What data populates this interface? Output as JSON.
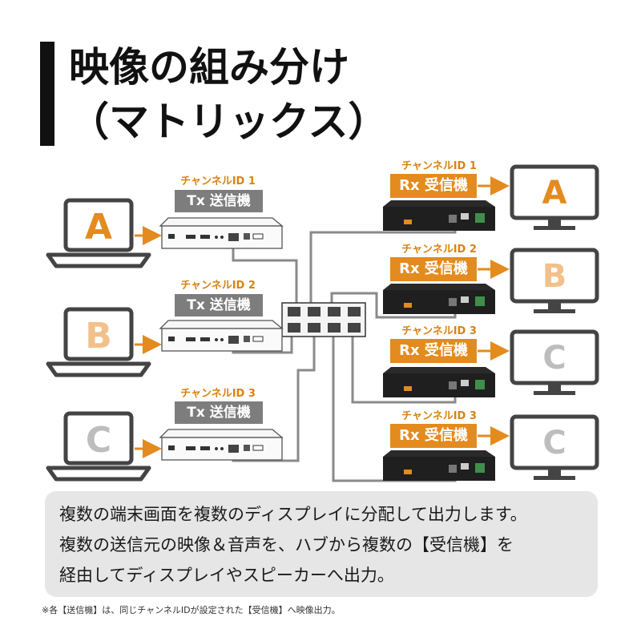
{
  "title": {
    "line1": "映像の組み分け",
    "line2": "（マトリックス）"
  },
  "transmitters": [
    {
      "channel": "チャンネルID 1",
      "tag": "Tx 送信機",
      "source": "A",
      "source_color": "#e38b1f"
    },
    {
      "channel": "チャンネルID 2",
      "tag": "Tx 送信機",
      "source": "B",
      "source_color": "#f2c08a"
    },
    {
      "channel": "チャンネルID 3",
      "tag": "Tx 送信機",
      "source": "C",
      "source_color": "#bdbdbd"
    }
  ],
  "receivers": [
    {
      "channel": "チャンネルID 1",
      "tag": "Rx 受信機",
      "display": "A",
      "display_color": "#e38b1f"
    },
    {
      "channel": "チャンネルID 2",
      "tag": "Rx 受信機",
      "display": "B",
      "display_color": "#f2c08a"
    },
    {
      "channel": "チャンネルID 3",
      "tag": "Rx 受信機",
      "display": "C",
      "display_color": "#bdbdbd"
    },
    {
      "channel": "チャンネルID 3",
      "tag": "Rx 受信機",
      "display": "C",
      "display_color": "#bdbdbd"
    }
  ],
  "notice": {
    "line1": "複数の端末画面を複数のディスプレイに分配して出力します。",
    "line2": "複数の送信元の映像＆音声を、ハブから複数の【受信機】を",
    "line3": "経由してディスプレイやスピーカーへ出力。"
  },
  "footnote": "※各【送信機】は、同じチャンネルIDが設定された【受信機】へ映像出力。",
  "colors": {
    "accent": "#e38b1f",
    "tx_tag": "#7d7d7d",
    "notice_bg": "#e6e6e6",
    "cable": "#8a8a8a"
  }
}
